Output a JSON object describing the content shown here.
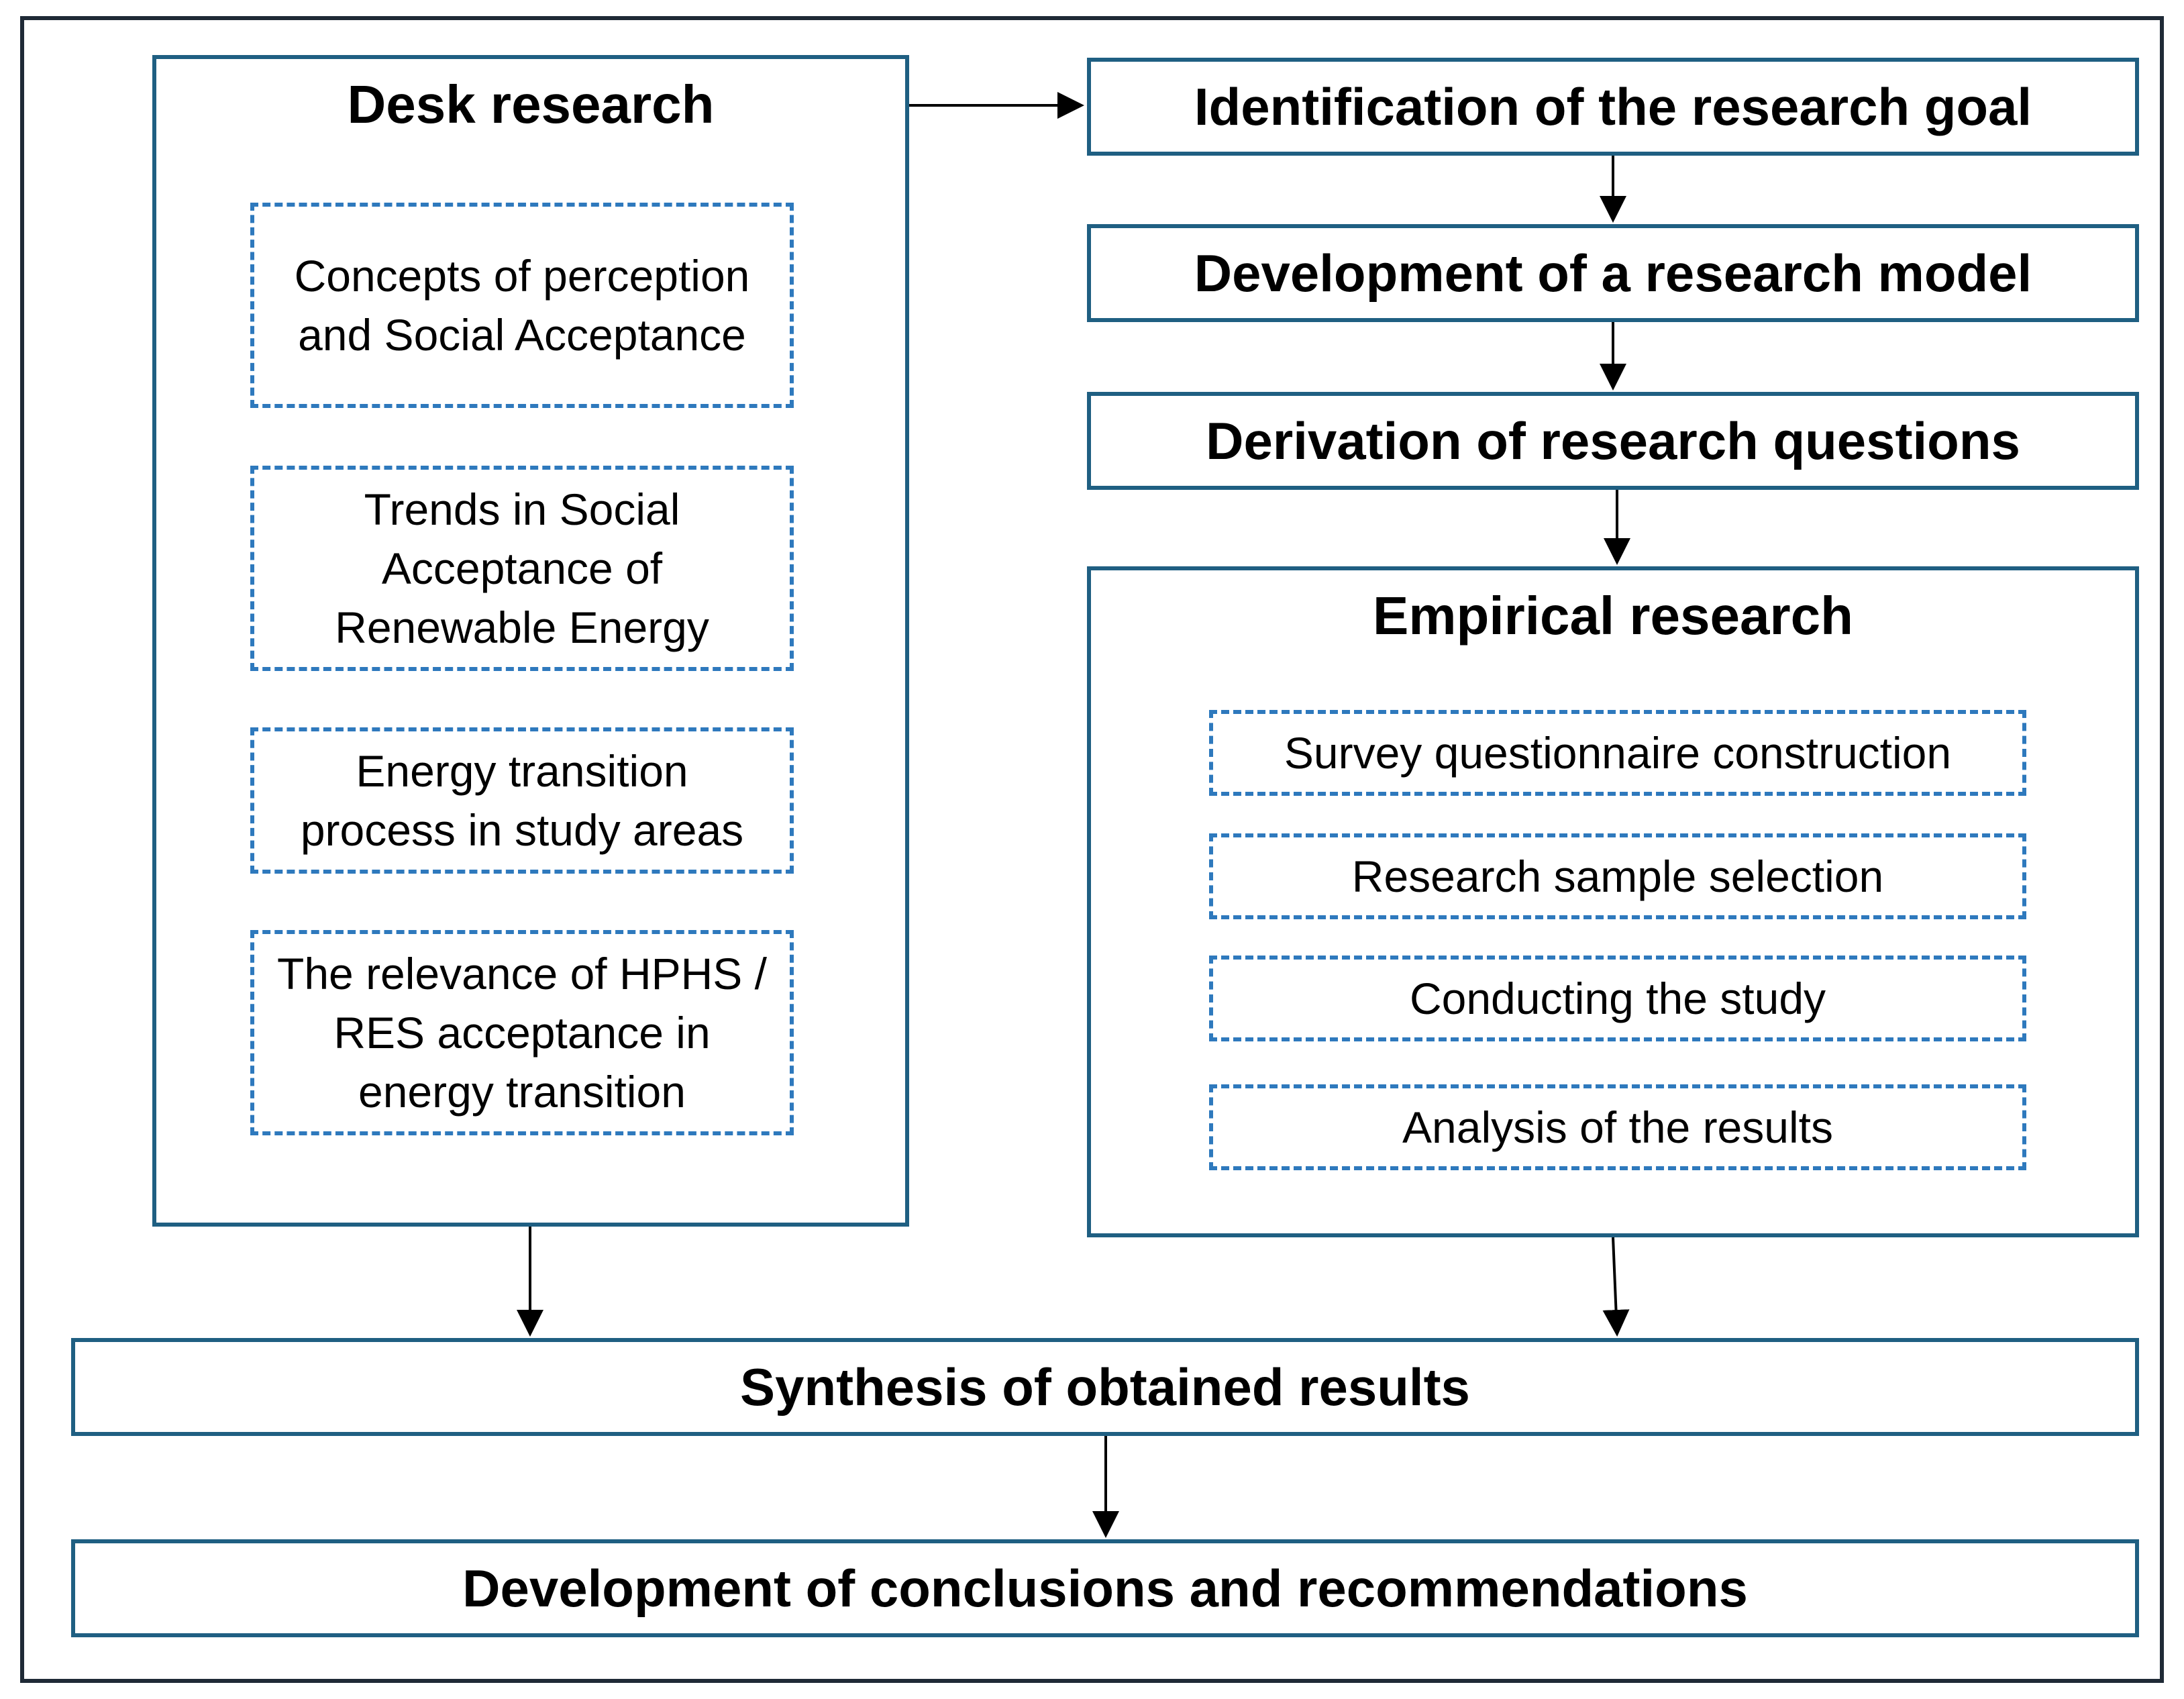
{
  "desk_research": {
    "title": "Desk research",
    "items": [
      "Concepts of perception and Social Acceptance",
      "Trends in Social Acceptance of Renewable Energy",
      "Energy transition process in study areas",
      "The relevance of HPHS / RES acceptance in energy transition"
    ]
  },
  "steps": {
    "goal": "Identification of the research goal",
    "model": "Development of a research model",
    "questions": "Derivation of research questions"
  },
  "empirical_research": {
    "title": "Empirical research",
    "items": [
      "Survey questionnaire construction",
      "Research sample selection",
      "Conducting the study",
      "Analysis of the results"
    ]
  },
  "synthesis": "Synthesis of obtained results",
  "conclusions": "Development of conclusions and recommendations"
}
